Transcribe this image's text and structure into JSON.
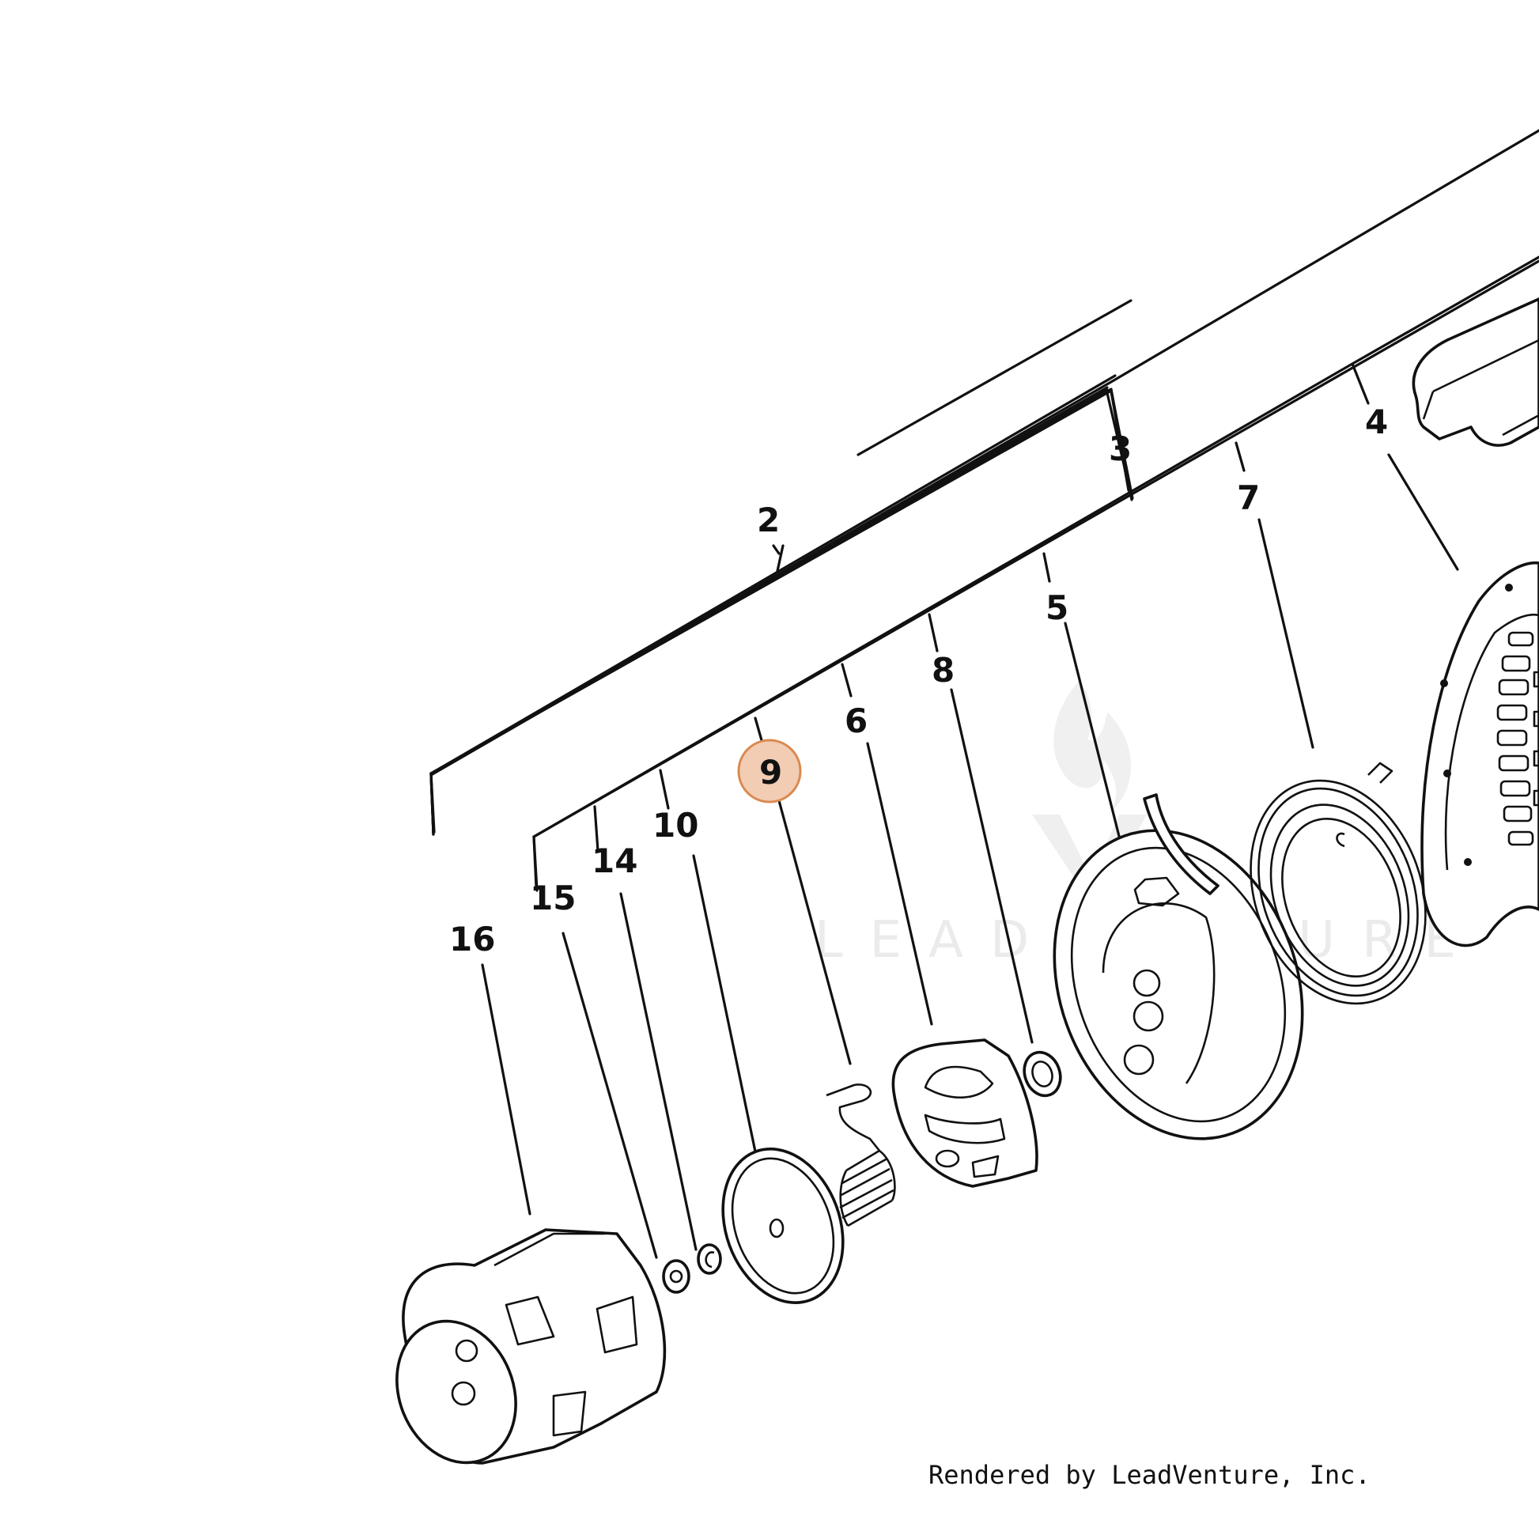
{
  "diagram": {
    "watermark_text": "LEADVENTURE",
    "highlighted_callout": "9",
    "highlight_color": "#f2ccb3",
    "highlight_border_color": "#d9894f",
    "callouts": {
      "c2": "2",
      "c3": "3",
      "c4": "4",
      "c5": "5",
      "c6": "6",
      "c7": "7",
      "c8": "8",
      "c9": "9",
      "c10": "10",
      "c14": "14",
      "c15": "15",
      "c16": "16"
    }
  },
  "footer": {
    "credit": "Rendered by LeadVenture, Inc."
  }
}
